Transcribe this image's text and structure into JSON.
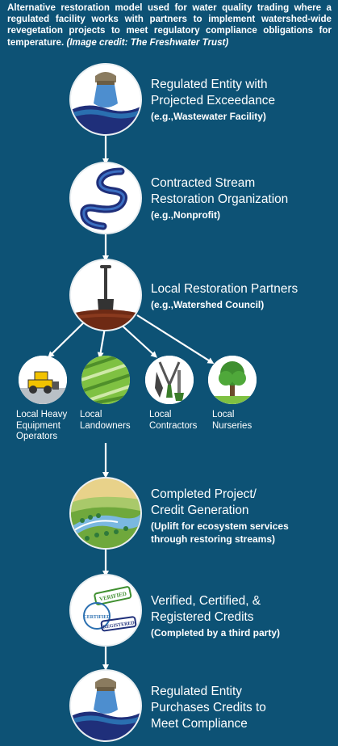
{
  "caption": {
    "text": "Alternative restoration model used for water quality trading where a regulated facility works with partners to implement watershed-wide revegetation projects to meet regulatory compliance obligations for temperature.",
    "credit": "(Image credit: The Freshwater Trust)"
  },
  "steps": [
    {
      "icon": "faucet-water-icon",
      "title_line1": "Regulated Entity with",
      "title_line2": "Projected Exceedance",
      "title_line3": "",
      "sub_line1": "(e.g.,Wastewater Facility)",
      "sub_line2": ""
    },
    {
      "icon": "stream-icon",
      "title_line1": "Contracted Stream",
      "title_line2": "Restoration Organization",
      "title_line3": "",
      "sub_line1": "(e.g.,Nonprofit)",
      "sub_line2": ""
    },
    {
      "icon": "shovel-icon",
      "title_line1": "Local Restoration Partners",
      "title_line2": "",
      "title_line3": "",
      "sub_line1": "(e.g.,Watershed Council)",
      "sub_line2": ""
    },
    {
      "icon": "restored-landscape-icon",
      "title_line1": "Completed Project/",
      "title_line2": "Credit Generation",
      "title_line3": "",
      "sub_line1": "(Uplift for ecosystem services",
      "sub_line2": "through restoring streams)"
    },
    {
      "icon": "credit-stamps-icon",
      "title_line1": "Verified, Certified, &",
      "title_line2": "Registered Credits",
      "title_line3": "",
      "sub_line1": "(Completed by a third party)",
      "sub_line2": ""
    },
    {
      "icon": "faucet-water-icon",
      "title_line1": "Regulated Entity",
      "title_line2": "Purchases Credits to",
      "title_line3": "Meet Compliance",
      "sub_line1": "",
      "sub_line2": ""
    }
  ],
  "partners": [
    {
      "icon": "bulldozer-icon",
      "line1": "Local Heavy",
      "line2": "Equipment",
      "line3": "Operators"
    },
    {
      "icon": "farm-field-icon",
      "line1": "Local",
      "line2": "Landowners",
      "line3": ""
    },
    {
      "icon": "garden-tools-icon",
      "line1": "Local",
      "line2": "Contractors",
      "line3": ""
    },
    {
      "icon": "tree-icon",
      "line1": "Local",
      "line2": "Nurseries",
      "line3": ""
    }
  ],
  "stamps": {
    "verified": "VERIFIED",
    "certified": "CERTIFIED",
    "registered": "REGISTERED"
  },
  "colors": {
    "background": "#0d5275",
    "arrow": "#ffffff",
    "water": "#2a6fb0",
    "navy": "#1f2f7a"
  }
}
